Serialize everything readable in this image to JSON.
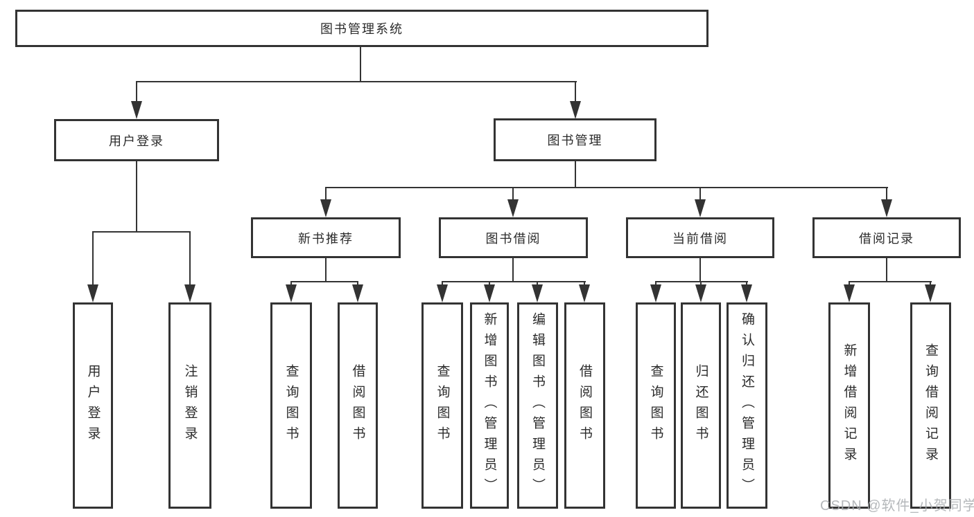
{
  "diagram": {
    "title_node": "图书管理系统",
    "level2": [
      {
        "label": "用户登录"
      },
      {
        "label": "图书管理"
      }
    ],
    "level3": [
      {
        "label": "新书推荐"
      },
      {
        "label": "图书借阅"
      },
      {
        "label": "当前借阅"
      },
      {
        "label": "借阅记录"
      }
    ],
    "leaves": [
      {
        "label": "用户登录"
      },
      {
        "label": "注销登录"
      },
      {
        "label": "查询图书"
      },
      {
        "label": "借阅图书"
      },
      {
        "label": "查询图书"
      },
      {
        "label": "新增图书（管理员）"
      },
      {
        "label": "编辑图书（管理员）"
      },
      {
        "label": "借阅图书"
      },
      {
        "label": "查询图书"
      },
      {
        "label": "归还图书"
      },
      {
        "label": "确认归还（管理员）"
      },
      {
        "label": "新增借阅记录"
      },
      {
        "label": "查询借阅记录"
      }
    ],
    "watermark": "CSDN @软件_小贺同学",
    "colors": {
      "line": "#333333",
      "text": "#2b2b2b",
      "background": "#ffffff",
      "watermark": "#a8abaf"
    }
  }
}
